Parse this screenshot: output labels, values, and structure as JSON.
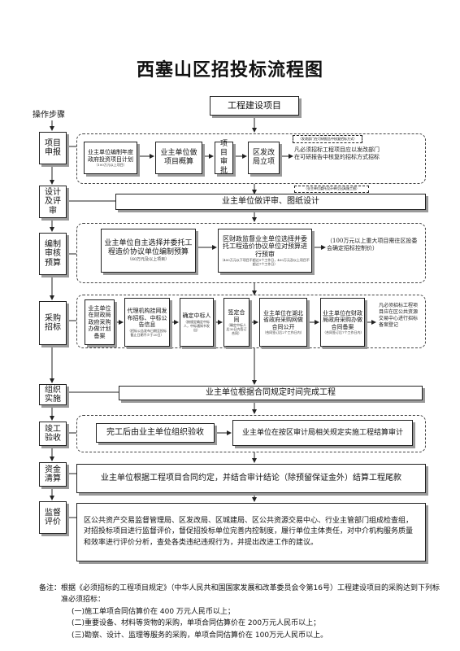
{
  "title": "西塞山区招投标流程图",
  "steps_header": "操作步骤",
  "steps": [
    "项目申报",
    "设计及评审",
    "编制审核预算",
    "采购招标",
    "组织实施",
    "竣工验收",
    "资金清算",
    "监督评价"
  ],
  "start": "工程建设项目",
  "row1": {
    "budget_plan": "业主单位编制年度政府投资项目计划",
    "budget_plan_note": "（100万元以上项目）",
    "estimate": "业主单位做项目概算",
    "approval": "项目审批",
    "fgj": "区发改局立项",
    "note": "凡必须招标工程项目应以发改部门在可研报告中核复的招标方式招标",
    "tiny_note": "（发改部门在可研报告中核复招标方式）"
  },
  "row2": {
    "design": "业主单位做评审、图纸设计",
    "tiny_note": "（业主单位委托设计单位出具施工图）"
  },
  "row3": {
    "self_select": "业主单位自主选择并委托工程造价协议单位编制预算",
    "self_select_note": "（60万元及以上项目）",
    "finance": "区财政监督业主单位选择并委托工程造价协议单位对预算进行预审",
    "finance_note": "（400万元以下项目不超过5个工作日，400万元及以上项目不超过7个工作日）",
    "note": "（100万元以上重大项目需往区投委会确定招标控制价）"
  },
  "row4": {
    "plan": "业主单位在财政局政府采购办做计划备案",
    "agency": "代理机构挂网发布招标、中标公告信息",
    "agency_note": "（招标公告发布日期至投标截止日期不少于20日）",
    "winner": "确定中标人",
    "winner_note": "（按规定确定中标人，中标通知书发出）",
    "contract": "签定合同",
    "contract_note": "（确定中标人后30日内签订合同）",
    "public": "业主单位在湖北省政府采购网做合同公开",
    "public_note": "（合同签订后2个工作日内）",
    "filing": "业主单位在财政局政府采购办做合同备案",
    "filing_note": "（合同签订后7个工作日内）",
    "note": "凡必须招标工程项目应在区公共资源交易中心进行招标备案登记"
  },
  "row5": {
    "implement": "业主单位根据合同规定时间完成工程"
  },
  "row6": {
    "acceptance": "完工后由业主单位组织验收",
    "audit": "业主单位在按区审计局相关规定实施工程结算审计"
  },
  "row7": {
    "settle": "业主单位根据工程项目合同约定，并结合审计结论（除预留保证金外）结算工程尾款"
  },
  "row8": {
    "supervise": "区公共资产交易监督管理局、区发改局、区城建局、区公共资源交易中心、行业主管部门组成检查组，对招投标项目进行监督评价，督促招投标单位完善内控制度，履行单位主体责任，对中介机构服务质量和效率进行评价分析，查处各类违纪违规行为，并提出改进工作的建议。"
  },
  "footnote": {
    "label": "备注：",
    "intro": "根据《必须招标的工程项目规定》（中华人民共和国国家发展和改革委员会令第16号）工程建设项目的采购达到下列标准必须招标：",
    "items": [
      "(一)施工单项合同估算价在 400 万元人民币以上；",
      "(二)重要设备、材料等货物的采购，单项合同估算价在 200万元人民币以上；",
      "(三)勘察、设计、监理等服务的采购，单项合同估算价在 100万元人民币以上。"
    ]
  }
}
